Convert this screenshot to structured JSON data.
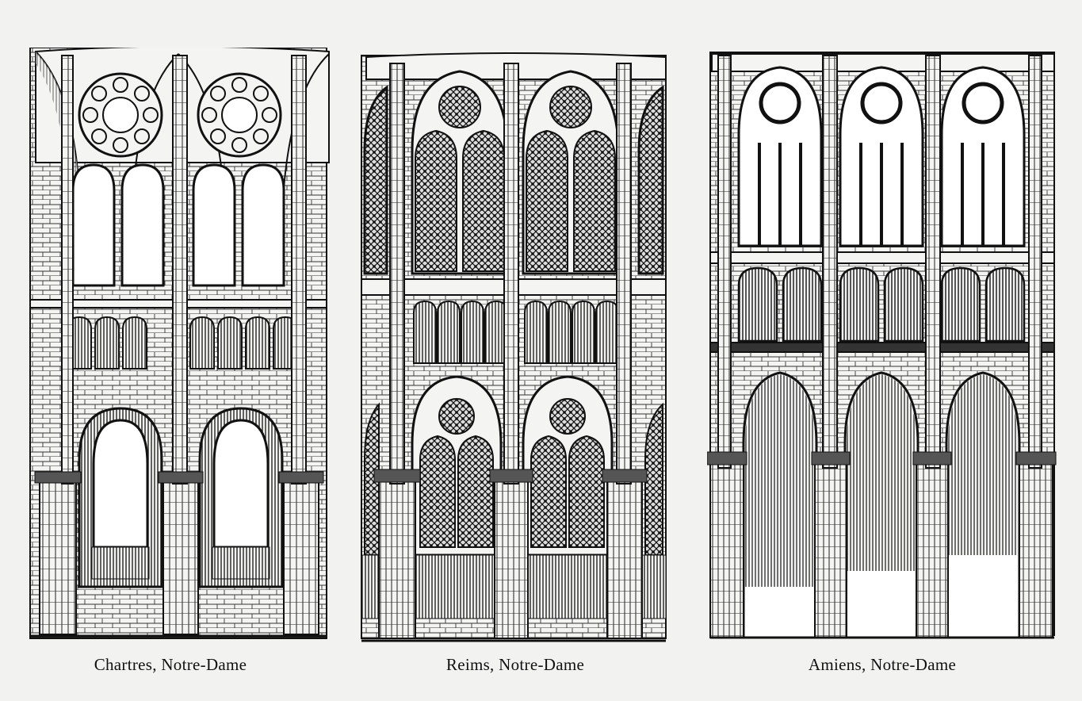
{
  "plates": [
    {
      "id": "chartres",
      "caption": "Chartres, Notre-Dame"
    },
    {
      "id": "reims",
      "caption": "Reims, Notre-Dame"
    },
    {
      "id": "amiens",
      "caption": "Amiens, Notre-Dame"
    }
  ],
  "colors": {
    "paper": "#f2f2f0",
    "ink": "#111111"
  }
}
